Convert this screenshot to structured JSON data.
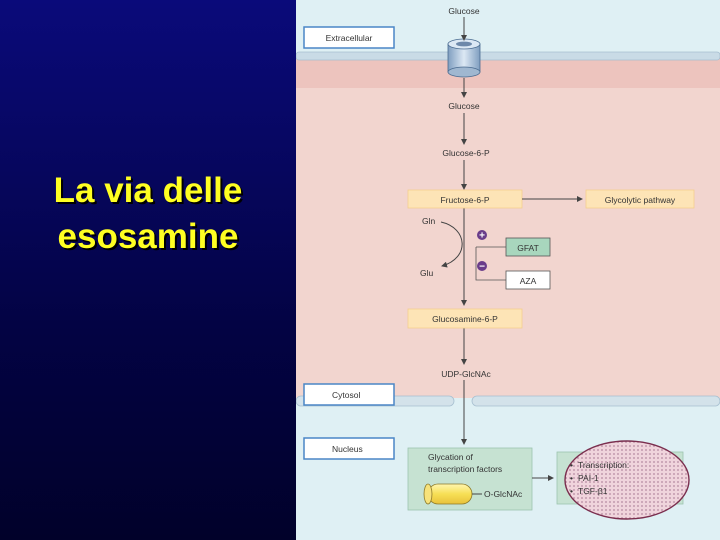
{
  "slide": {
    "title": "La via delle\nesosamine"
  },
  "diagram": {
    "compartments": {
      "extracellular": "Extracellular",
      "cytosol": "Cytosol",
      "nucleus": "Nucleus"
    },
    "metabolites": {
      "glucose_outside": "Glucose",
      "glucose_inside": "Glucose",
      "glucose_6_p": "Glucose-6-P",
      "fructose_6_p": "Fructose-6-P",
      "glycolytic_pathway": "Glycolytic pathway",
      "gln": "Gln",
      "glu": "Glu",
      "gfat": "GFAT",
      "aza": "AZA",
      "plus": "+",
      "minus": "−",
      "glucosamine_6_p": "Glucosamine-6-P",
      "udp_glcnac": "UDP-GlcNAc"
    },
    "nucleus_box": {
      "line1": "Glycation of",
      "line2": "transcription factors",
      "o_glcnac": "O-GlcNAc"
    },
    "targets": {
      "items": [
        "Transcription:",
        "PAI-1",
        "TGF-β1"
      ]
    },
    "colors": {
      "cytosol_bg": "#f2d5cf",
      "highlight_box": "#fde4b6",
      "nucleus_box": "#c6e2d2",
      "gfat_box": "#a8d6bd",
      "label_box_border": "#4a86c6",
      "plus_minus": "#6a3d8a"
    }
  }
}
